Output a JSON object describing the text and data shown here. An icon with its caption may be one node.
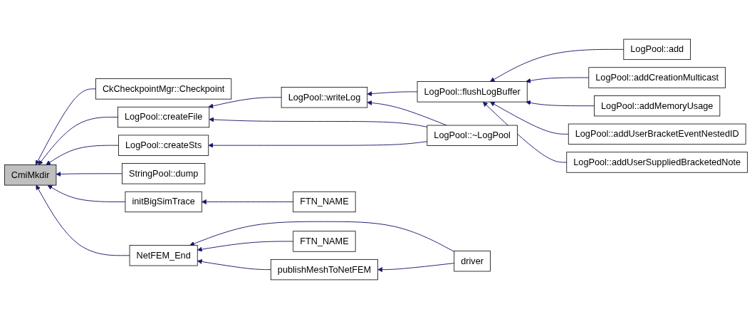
{
  "diagram": {
    "nodes": [
      {
        "text": [
          "CmiMkdir"
        ]
      },
      {
        "text": [
          "CkCheckpointMgr::Checkpoint"
        ]
      },
      {
        "text": [
          "LogPool::createFile"
        ]
      },
      {
        "text": [
          "LogPool::createSts"
        ]
      },
      {
        "text": [
          "StringPool::dump"
        ]
      },
      {
        "text": [
          "initBigSimTrace"
        ]
      },
      {
        "text": [
          "NetFEM_End"
        ]
      },
      {
        "text": [
          "LogPool::writeLog"
        ]
      },
      {
        "text": [
          "LogPool::~LogPool"
        ]
      },
      {
        "text": [
          "FTN_NAME"
        ]
      },
      {
        "text": [
          "FTN_NAME"
        ]
      },
      {
        "text": [
          "publishMeshToNetFEM"
        ]
      },
      {
        "text": [
          "driver"
        ]
      },
      {
        "text": [
          "LogPool::flushLogBuffer"
        ]
      },
      {
        "text": [
          "LogPool::add"
        ]
      },
      {
        "text": [
          "LogPool::addCreationMulticast"
        ]
      },
      {
        "text": [
          "LogPool::addMemoryUsage"
        ]
      },
      {
        "text": [
          "LogPool::addUserBracketEventNestedID"
        ]
      },
      {
        "text": [
          "LogPool::addUserSuppliedBracketedNote"
        ]
      }
    ],
    "edges": [
      {
        "from": 1,
        "to": 0,
        "arrow": "to"
      },
      {
        "from": 2,
        "to": 0,
        "arrow": "to"
      },
      {
        "from": 3,
        "to": 0,
        "arrow": "to"
      },
      {
        "from": 4,
        "to": 0,
        "arrow": "to"
      },
      {
        "from": 5,
        "to": 0,
        "arrow": "to"
      },
      {
        "from": 6,
        "to": 0,
        "arrow": "to"
      },
      {
        "from": 7,
        "to": 2,
        "arrow": "to"
      },
      {
        "from": 8,
        "to": 2,
        "arrow": "to"
      },
      {
        "from": 8,
        "to": 3,
        "arrow": "to"
      },
      {
        "from": 13,
        "to": 7,
        "arrow": "to"
      },
      {
        "from": 8,
        "to": 7,
        "arrow": "to"
      },
      {
        "from": 9,
        "to": 5,
        "arrow": "to"
      },
      {
        "from": 12,
        "to": 6,
        "arrow": "to"
      },
      {
        "from": 10,
        "to": 6,
        "arrow": "to"
      },
      {
        "from": 11,
        "to": 6,
        "arrow": "to"
      },
      {
        "from": 12,
        "to": 11,
        "arrow": "to"
      },
      {
        "from": 14,
        "to": 13,
        "arrow": "to"
      },
      {
        "from": 15,
        "to": 13,
        "arrow": "to"
      },
      {
        "from": 16,
        "to": 13,
        "arrow": "to"
      },
      {
        "from": 17,
        "to": 13,
        "arrow": "to"
      },
      {
        "from": 18,
        "to": 13,
        "arrow": "to"
      }
    ]
  }
}
